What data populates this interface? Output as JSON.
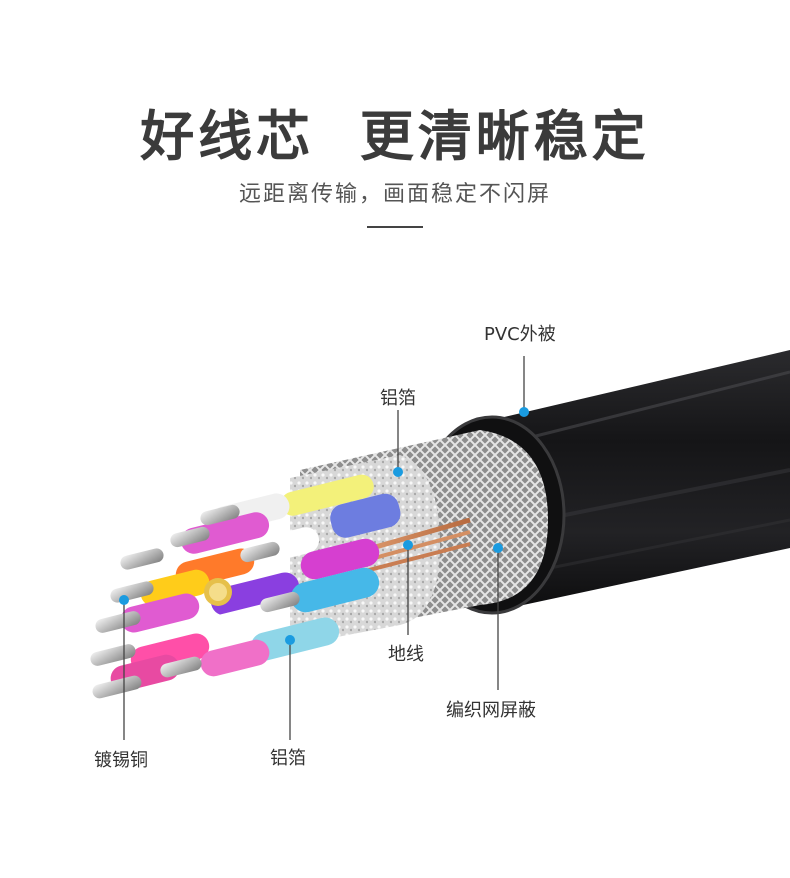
{
  "header": {
    "title": "好线芯  更清晰稳定",
    "subtitle": "远距离传输，画面稳定不闪屏"
  },
  "labels": {
    "pvc_jacket": "PVC外被",
    "aluminum_foil_top": "铝箔",
    "ground_wire": "地线",
    "braided_shield": "编织网屏蔽",
    "tinned_copper": "镀锡铜",
    "aluminum_foil_bottom": "铝箔"
  },
  "colors": {
    "accent": "#1a9be0",
    "jacket": "#1c1c1e",
    "title": "#3b3b3b"
  }
}
